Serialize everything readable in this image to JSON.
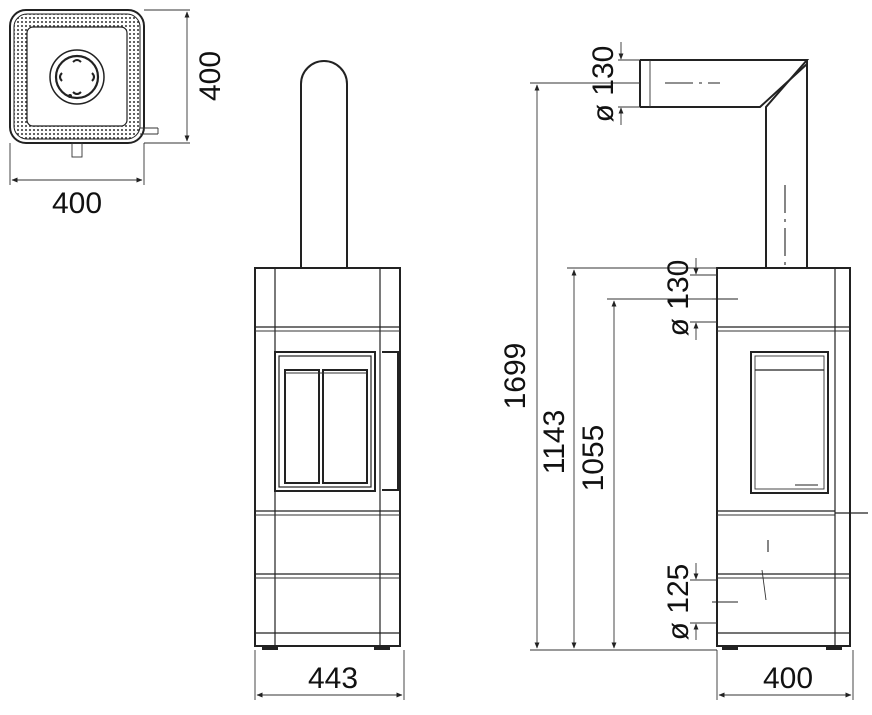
{
  "top_view": {
    "width_label": "400",
    "depth_label": "400"
  },
  "front_view": {
    "width_label": "443"
  },
  "side_view": {
    "width_label": "400",
    "overall_height_label": "1699",
    "top_outlet_height_label": "1143",
    "rear_outlet_height_label": "1055",
    "top_flue_diameter_label": "ø 130",
    "rear_flue_diameter_label": "ø 130",
    "air_inlet_diameter_label": "ø 125"
  }
}
